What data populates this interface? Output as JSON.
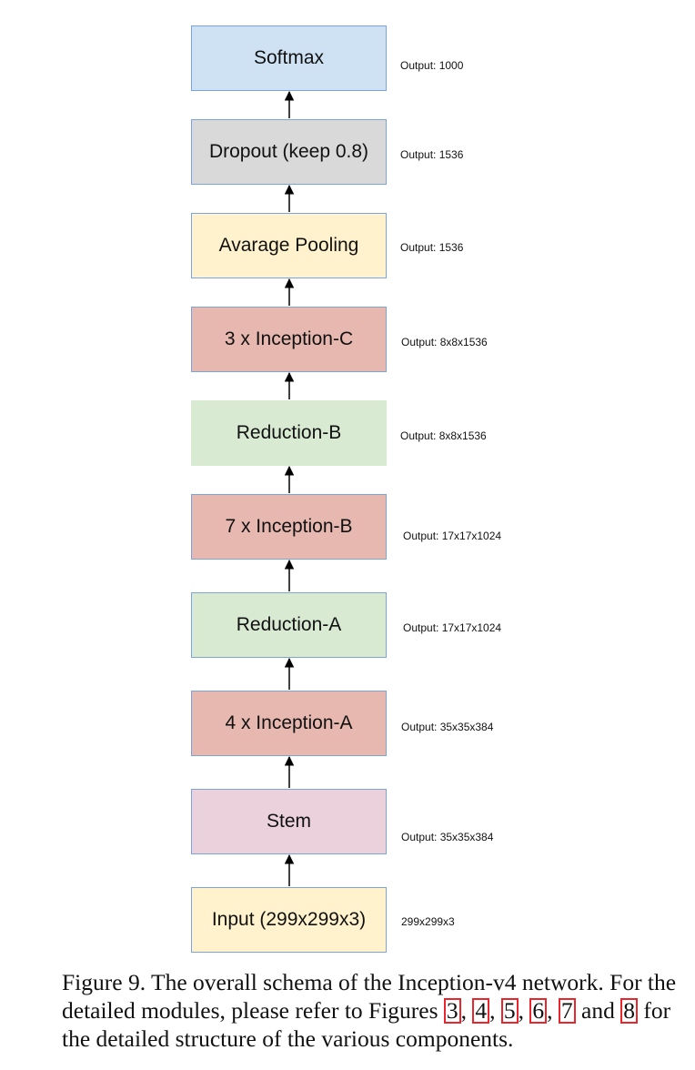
{
  "blocks": [
    {
      "id": "softmax",
      "label": "Softmax",
      "output": "Output: 1000",
      "color": "#cfe2f3"
    },
    {
      "id": "dropout",
      "label": "Dropout (keep 0.8)",
      "output": "Output: 1536",
      "color": "#d9d9d9"
    },
    {
      "id": "avg-pooling",
      "label": "Avarage Pooling",
      "output": "Output: 1536",
      "color": "#fff2cc"
    },
    {
      "id": "inception-c",
      "label": "3 x Inception-C",
      "output": "Output: 8x8x1536",
      "color": "#e6b8af"
    },
    {
      "id": "reduction-b",
      "label": "Reduction-B",
      "output": "Output: 8x8x1536",
      "color": "#d9ead3"
    },
    {
      "id": "inception-b",
      "label": "7 x Inception-B",
      "output": "Output: 17x17x1024",
      "color": "#e6b8af"
    },
    {
      "id": "reduction-a",
      "label": "Reduction-A",
      "output": "Output: 17x17x1024",
      "color": "#d9ead3"
    },
    {
      "id": "inception-a",
      "label": "4 x Inception-A",
      "output": "Output: 35x35x384",
      "color": "#e6b8af"
    },
    {
      "id": "stem",
      "label": "Stem",
      "output": "Output: 35x35x384",
      "color": "#ead1dc"
    },
    {
      "id": "input",
      "label": "Input (299x299x3)",
      "output": "299x299x3",
      "color": "#fff2cc"
    }
  ],
  "caption": {
    "prefix": "Figure 9. The overall schema of the Inception-v4 network. For the detailed modules, please refer to Figures ",
    "refs": [
      "3",
      "4",
      "5",
      "6",
      "7",
      "8"
    ],
    "sep": ", ",
    "and": " and ",
    "suffix": " for the detailed structure of the various components."
  }
}
